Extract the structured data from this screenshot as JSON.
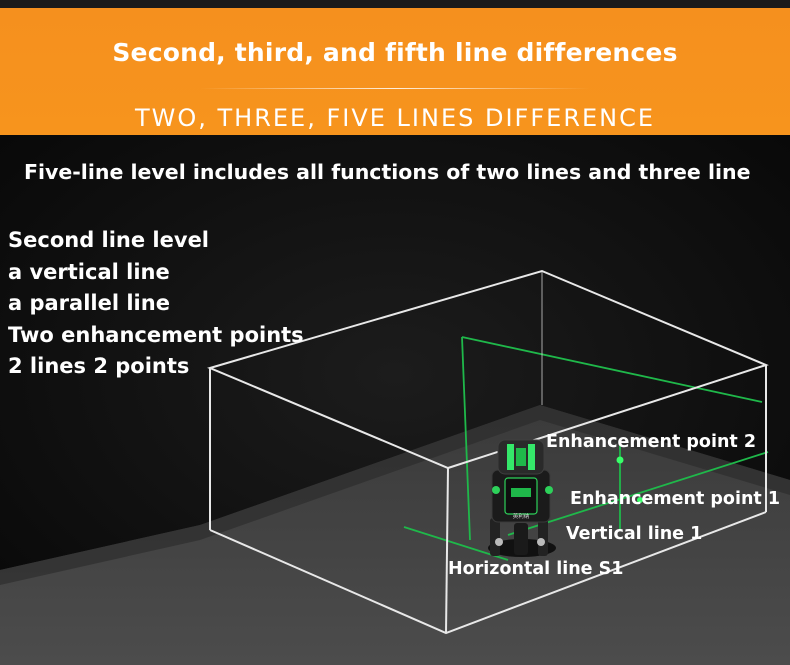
{
  "banner": {
    "title": "Second, third, and fifth line differences",
    "subtitle": "TWO, THREE, FIVE LINES DIFFERENCE"
  },
  "intro": "Five-line level includes all functions of two lines and three line",
  "features": [
    "Second line level",
    "a vertical line",
    "a parallel line",
    "Two enhancement points",
    "2 lines 2 points"
  ],
  "device": {
    "brand": "英利纳"
  },
  "labels": {
    "enhancement_point_2": "Enhancement point 2",
    "enhancement_point_1": "Enhancement point 1",
    "vertical_line_1": "Vertical line 1",
    "horizontal_line_s1": "Horizontal line S1"
  },
  "colors": {
    "banner": "#f7941d",
    "laser": "#1fb84a",
    "background": "#0d0d0d"
  }
}
